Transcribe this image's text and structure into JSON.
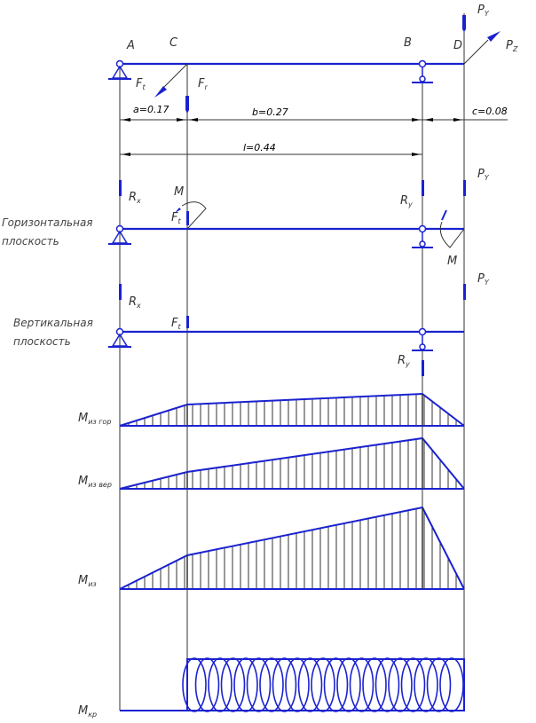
{
  "points": {
    "A": "A",
    "C": "C",
    "B": "B",
    "D": "D"
  },
  "forces": {
    "Py": {
      "main": "P",
      "sub": "Y"
    },
    "Pz": {
      "main": "P",
      "sub": "Z"
    },
    "Ft": {
      "main": "F",
      "sub": "t"
    },
    "Fr": {
      "main": "F",
      "sub": "r"
    },
    "Rx": {
      "main": "R",
      "sub": "x"
    },
    "Ry": {
      "main": "R",
      "sub": "y"
    },
    "M": "M"
  },
  "dimensions": {
    "a": "a=0.17",
    "b": "b=0.27",
    "c": "c=0.08",
    "l": "l=0.44"
  },
  "planes": {
    "horizontal": [
      "Горизонтальная",
      "плоскость"
    ],
    "vertical": [
      "Вертикальная",
      "плоскость"
    ]
  },
  "diagrams": {
    "m_bend_hor": {
      "main": "M",
      "sub": "из гор"
    },
    "m_bend_ver": {
      "main": "M",
      "sub": "из вер"
    },
    "m_bend": {
      "main": "M",
      "sub": "из"
    },
    "m_torque": {
      "main": "M",
      "sub": "кр"
    }
  },
  "colors": {
    "beam": "#1a22d0",
    "lines": "#333333"
  }
}
